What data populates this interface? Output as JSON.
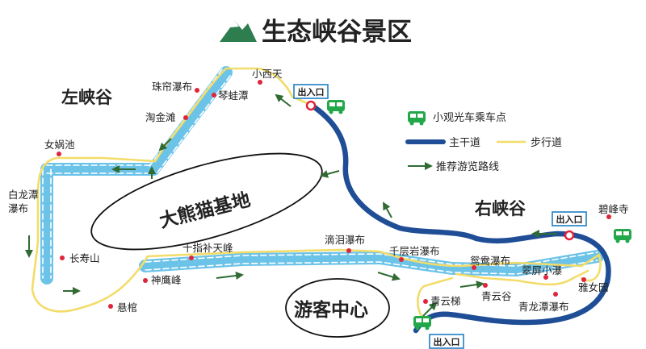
{
  "title": "生态峡谷景区",
  "regions": {
    "left_gorge": "左峡谷",
    "right_gorge": "右峡谷",
    "panda_base": "大熊猫基地",
    "visitor_center": "游客中心"
  },
  "entrances": {
    "top": "出入口",
    "right": "出入口",
    "bottom": "出入口"
  },
  "spots": [
    "小西天",
    "珠帘瀑布",
    "琴蛙潭",
    "淘金滩",
    "女娲池",
    "白龙潭瀑布",
    "长寿山",
    "神鹰峰",
    "悬棺",
    "十指补天峰",
    "滴泪瀑布",
    "千层岩瀑布",
    "鸳鸯瀑布",
    "翠屏小瀑",
    "雅女园",
    "青云梯",
    "青云谷",
    "青龙潭瀑布",
    "碧峰寺"
  ],
  "legend": {
    "bus_stop": "小观光车乘车点",
    "main_road": "主干道",
    "walkway": "步行道",
    "recommended_route": "推荐游览路线"
  },
  "colors": {
    "main_road": "#1f4e96",
    "walkway": "#f3dc6a",
    "river": "#6cc3e8",
    "route_arrow": "#2f6b32",
    "spot_dot": "#e0243a",
    "entrance_box": "#1f7ec2",
    "bus": "#22a84a",
    "logo": "#2e7d4f"
  },
  "icons": {
    "logo": "mountain-icon",
    "bus": "bus-icon"
  }
}
